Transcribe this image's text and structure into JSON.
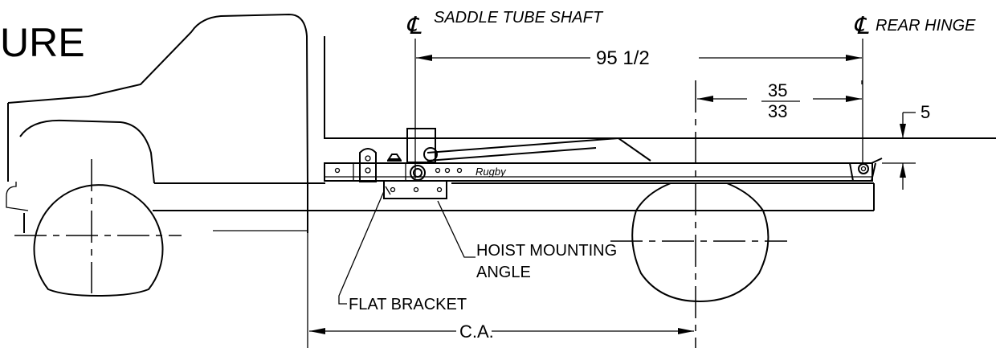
{
  "title_fragment": "URE",
  "centerlines": {
    "saddle_tube_shaft": "SADDLE TUBE SHAFT",
    "rear_hinge": "REAR HINGE",
    "symbol": "℄"
  },
  "dimensions": {
    "saddle_to_hinge": "95 1/2",
    "axle_to_hinge_upper": "35",
    "axle_to_hinge_lower": "33",
    "frame_gap": "5",
    "cab_to_axle": "C.A."
  },
  "callouts": {
    "hoist_mounting_angle_line1": "HOIST MOUNTING",
    "hoist_mounting_angle_line2": "ANGLE",
    "flat_bracket": "FLAT BRACKET"
  },
  "logo_text": "Rugby"
}
